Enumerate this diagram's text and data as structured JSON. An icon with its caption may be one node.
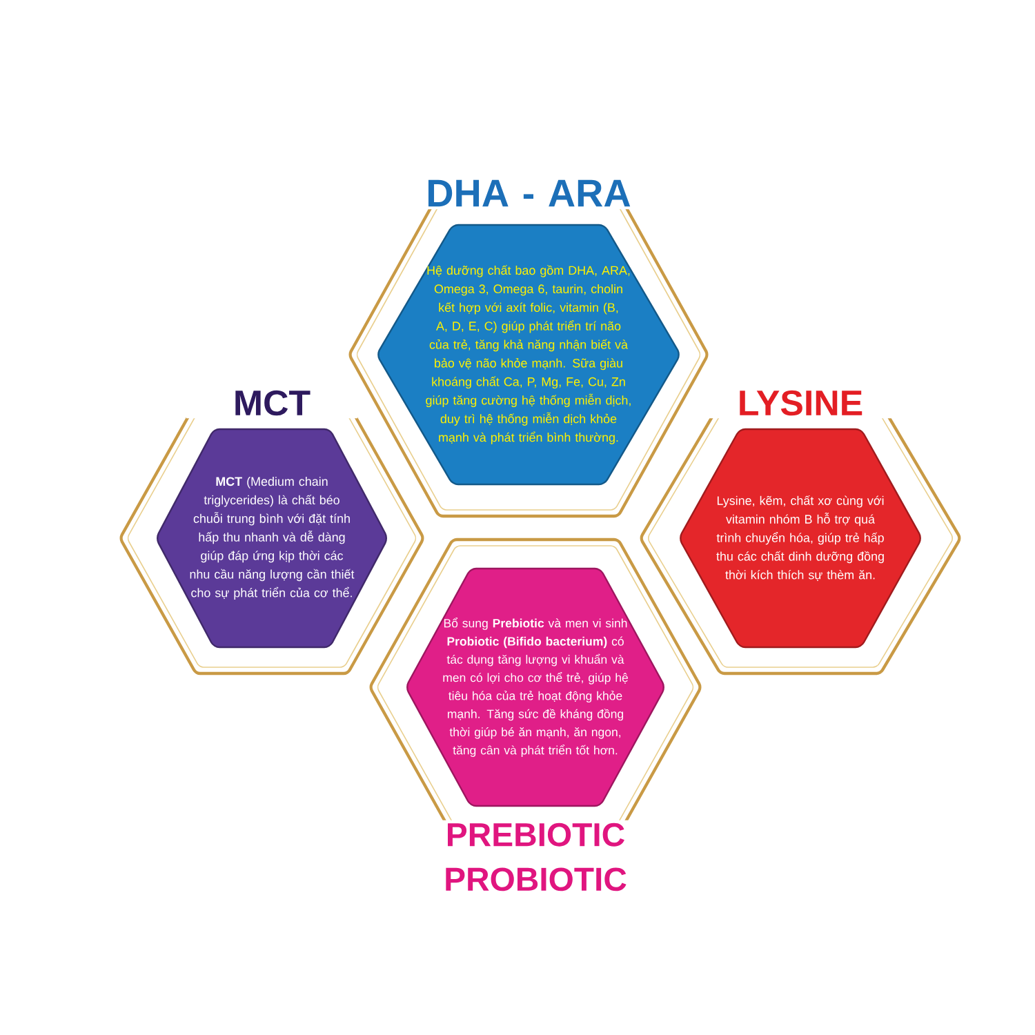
{
  "diagram": {
    "nodes": [
      {
        "text": [
          "DHA - ARA",
          "Hệ dưỡng chất bao gồm DHA, ARA, Omega 3, Omega 6, taurin, cholin kết hợp với axít folic, vitamin (B, A, D, E, C) giúp phát triển trí não của trẻ, tăng khả năng nhận biết và bảo vệ não khỏe mạnh. Sữa giàu khoáng chất Ca, P, Mg, Fe, Cu, Zn giúp tăng cường hệ thống miễn dịch, duy trì hệ thống miễn dịch khỏe mạnh và phát triển bình thường."
        ]
      },
      {
        "text": [
          "MCT",
          "**MCT** (Medium chain triglycerides) là chất béo chuỗi trung bình với đặt tính hấp thu nhanh và dễ dàng giúp đáp ứng kịp thời các nhu cầu năng lượng cần thiết cho sự phát triển của cơ thể."
        ]
      },
      {
        "text": [
          "LYSINE",
          "Lysine, kẽm, chất xơ cùng với vitamin nhóm B hỗ trợ quá trình chuyển hóa, giúp trẻ hấp thu các chất dinh dưỡng đồng thời kích thích sự thèm ăn."
        ]
      },
      {
        "text": [
          "Bổ sung **Prebiotic** và men vi sinh **Probiotic (Bifido bacterium)** có tác dụng tăng lượng vi khuẩn và men có lợi cho cơ thể trẻ, giúp hệ tiêu hóa của trẻ hoạt động khỏe mạnh. Tăng sức đề kháng đồng thời giúp bé ăn mạnh, ăn ngon, tăng cân và phát triển tốt hơn.",
          "PREBIOTIC PROBIOTIC"
        ]
      }
    ]
  }
}
